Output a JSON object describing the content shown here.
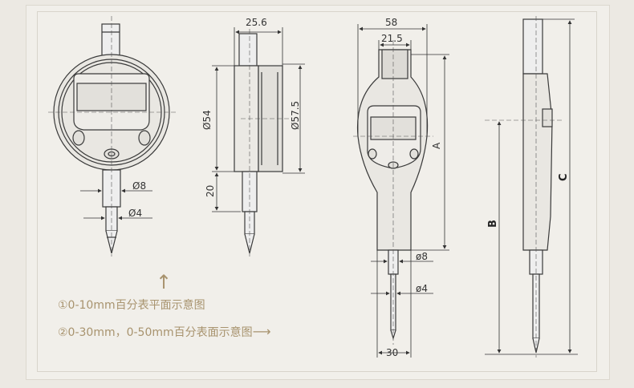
{
  "captions": {
    "line1": "①0-10mm百分表平面示意图",
    "line2": "②0-30mm，0-50mm百分表面示意图",
    "line2_arrow": "⟶",
    "up_arrow": "↑"
  },
  "dimensions": {
    "dia_8_small": "Ø8",
    "dia_4_small": "Ø4",
    "width_25_6": "25.6",
    "dia_54": "Ø54",
    "dia_57_5": "Ø57.5",
    "height_20": "20",
    "width_58": "58",
    "width_21_5": "21.5",
    "label_A": "A",
    "dia_8_large": "ø8",
    "dia_4_large": "ø4",
    "width_30": "30",
    "label_B": "B",
    "label_C": "C"
  },
  "colors": {
    "line": "#3a3a3a",
    "caption": "#a8936e",
    "frame_bg": "#f1efea",
    "page_bg": "#ece9e3"
  }
}
